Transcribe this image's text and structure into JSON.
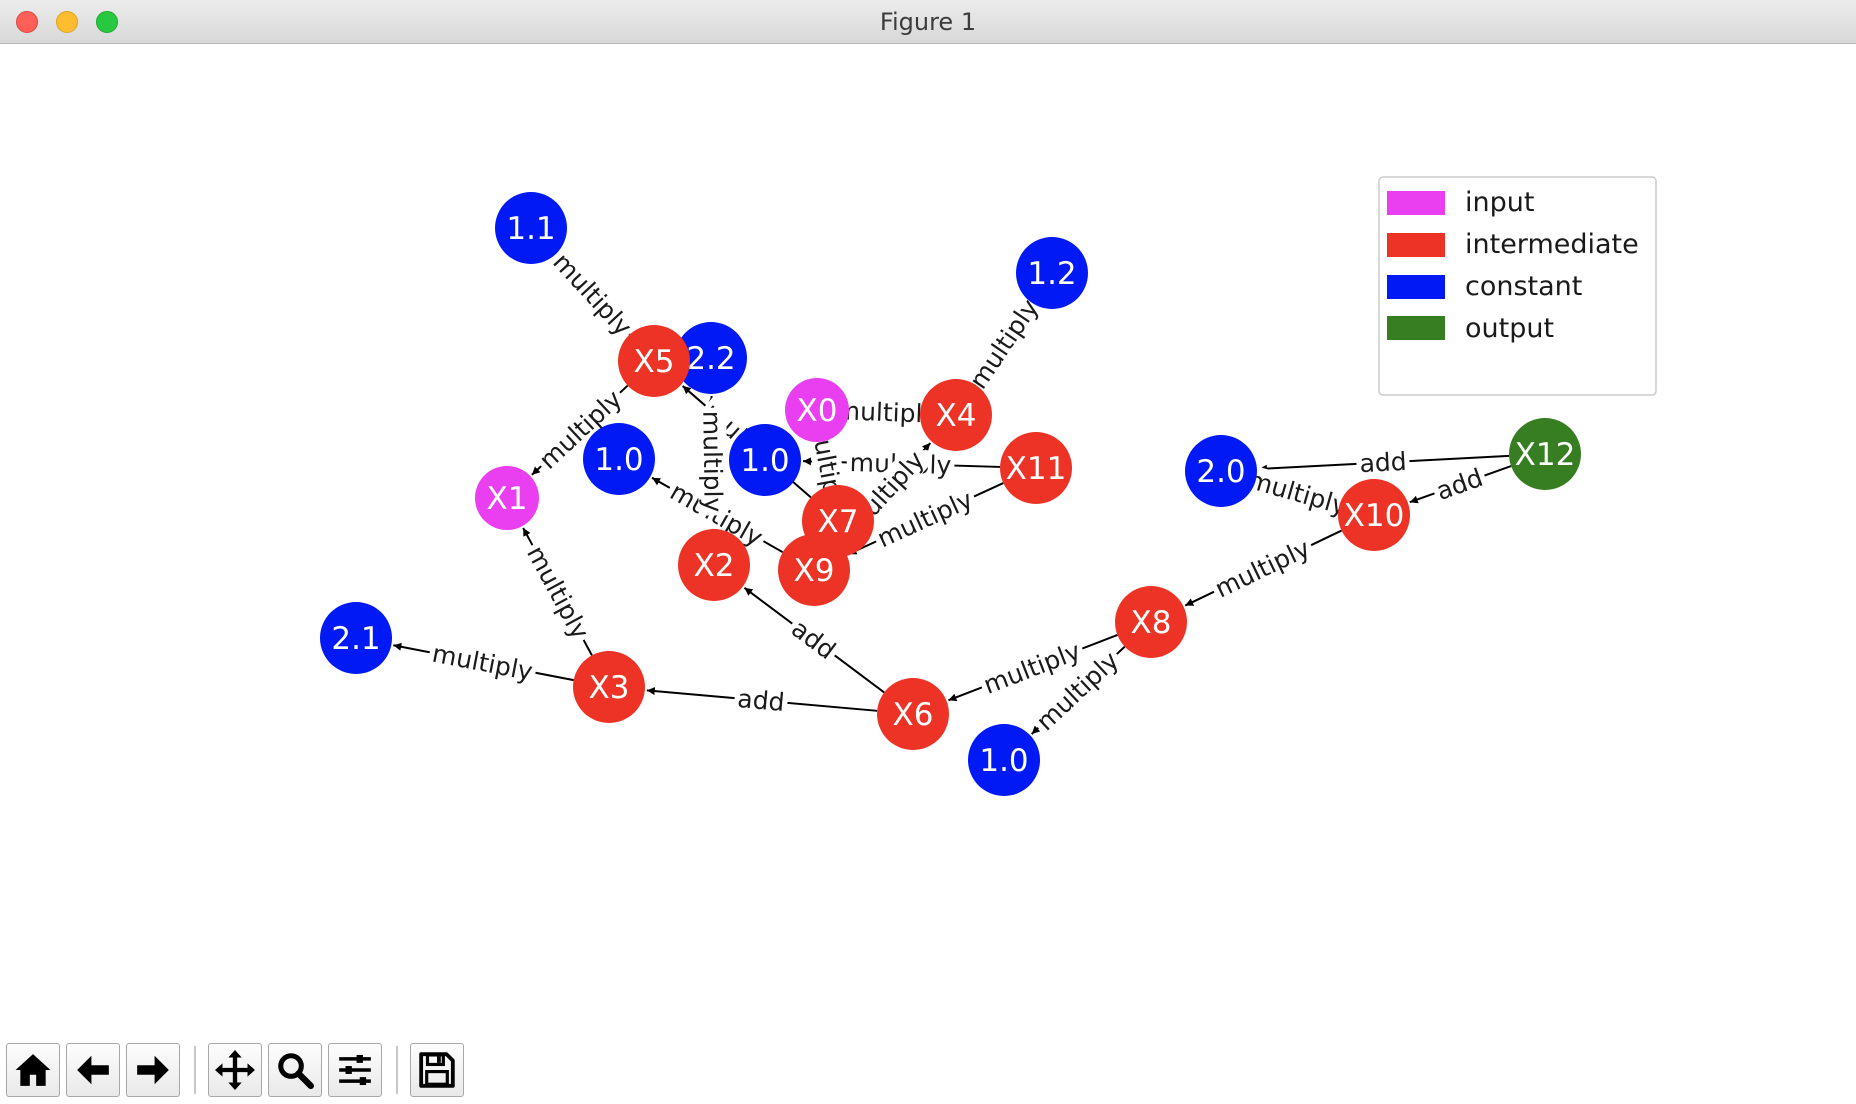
{
  "window": {
    "title": "Figure 1"
  },
  "legend": [
    {
      "label": "input",
      "color": "#ea3ff0"
    },
    {
      "label": "intermediate",
      "color": "#ec3326"
    },
    {
      "label": "constant",
      "color": "#0019f5"
    },
    {
      "label": "output",
      "color": "#377e22"
    }
  ],
  "colors": {
    "input": "#ea3ff0",
    "intermediate": "#ec3326",
    "constant": "#0019f5",
    "output": "#377e22"
  },
  "graph": {
    "nodes": [
      {
        "id": "c11",
        "label": "1.1",
        "type": "constant"
      },
      {
        "id": "c12",
        "label": "1.2",
        "type": "constant"
      },
      {
        "id": "c22",
        "label": "2.2",
        "type": "constant"
      },
      {
        "id": "c10a",
        "label": "1.0",
        "type": "constant"
      },
      {
        "id": "c10b",
        "label": "1.0",
        "type": "constant"
      },
      {
        "id": "c20",
        "label": "2.0",
        "type": "constant"
      },
      {
        "id": "c21",
        "label": "2.1",
        "type": "constant"
      },
      {
        "id": "c10c",
        "label": "1.0",
        "type": "constant"
      },
      {
        "id": "X0",
        "label": "X0",
        "type": "input"
      },
      {
        "id": "X1",
        "label": "X1",
        "type": "input"
      },
      {
        "id": "X2",
        "label": "X2",
        "type": "intermediate"
      },
      {
        "id": "X3",
        "label": "X3",
        "type": "intermediate"
      },
      {
        "id": "X4",
        "label": "X4",
        "type": "intermediate"
      },
      {
        "id": "X5",
        "label": "X5",
        "type": "intermediate"
      },
      {
        "id": "X6",
        "label": "X6",
        "type": "intermediate"
      },
      {
        "id": "X7",
        "label": "X7",
        "type": "intermediate"
      },
      {
        "id": "X8",
        "label": "X8",
        "type": "intermediate"
      },
      {
        "id": "X9",
        "label": "X9",
        "type": "intermediate"
      },
      {
        "id": "X10",
        "label": "X10",
        "type": "intermediate"
      },
      {
        "id": "X11",
        "label": "X11",
        "type": "intermediate"
      },
      {
        "id": "X12",
        "label": "X12",
        "type": "output"
      }
    ],
    "edges": [
      {
        "from": "X12",
        "to": "c20",
        "label": "add"
      },
      {
        "from": "X12",
        "to": "X10",
        "label": "add"
      },
      {
        "from": "X10",
        "to": "c20",
        "label": "multiply"
      },
      {
        "from": "X10",
        "to": "X8",
        "label": "multiply"
      },
      {
        "from": "X8",
        "to": "X6",
        "label": "multiply"
      },
      {
        "from": "X8",
        "to": "c10c",
        "label": "multiply"
      },
      {
        "from": "X6",
        "to": "X3",
        "label": "add"
      },
      {
        "from": "X6",
        "to": "X2",
        "label": "add"
      },
      {
        "from": "X3",
        "to": "c21",
        "label": "multiply"
      },
      {
        "from": "X3",
        "to": "X1",
        "label": "multiply"
      },
      {
        "from": "X11",
        "to": "c10b",
        "label": "multiply"
      },
      {
        "from": "X11",
        "to": "X9",
        "label": "multiply"
      },
      {
        "from": "X9",
        "to": "c10a",
        "label": "multiply"
      },
      {
        "from": "X9",
        "to": "X4",
        "label": "multiply"
      },
      {
        "from": "X7",
        "to": "X0",
        "label": "multiply"
      },
      {
        "from": "X7",
        "to": "X5",
        "label": "multiply"
      },
      {
        "from": "X4",
        "to": "X0",
        "label": "multiply"
      },
      {
        "from": "X4",
        "to": "c12",
        "label": "multiply"
      },
      {
        "from": "X5",
        "to": "c11",
        "label": "multiply"
      },
      {
        "from": "X5",
        "to": "X1",
        "label": "multiply"
      },
      {
        "from": "X2",
        "to": "c22",
        "label": "multiply"
      }
    ]
  },
  "toolbar": [
    {
      "name": "home-button",
      "icon": "home-icon"
    },
    {
      "name": "back-button",
      "icon": "arrow-left-icon"
    },
    {
      "name": "forward-button",
      "icon": "arrow-right-icon"
    },
    {
      "name": "pan-button",
      "icon": "move-icon"
    },
    {
      "name": "zoom-button",
      "icon": "zoom-icon"
    },
    {
      "name": "configure-subplots-button",
      "icon": "sliders-icon"
    },
    {
      "name": "save-button",
      "icon": "floppy-disk-icon"
    }
  ]
}
